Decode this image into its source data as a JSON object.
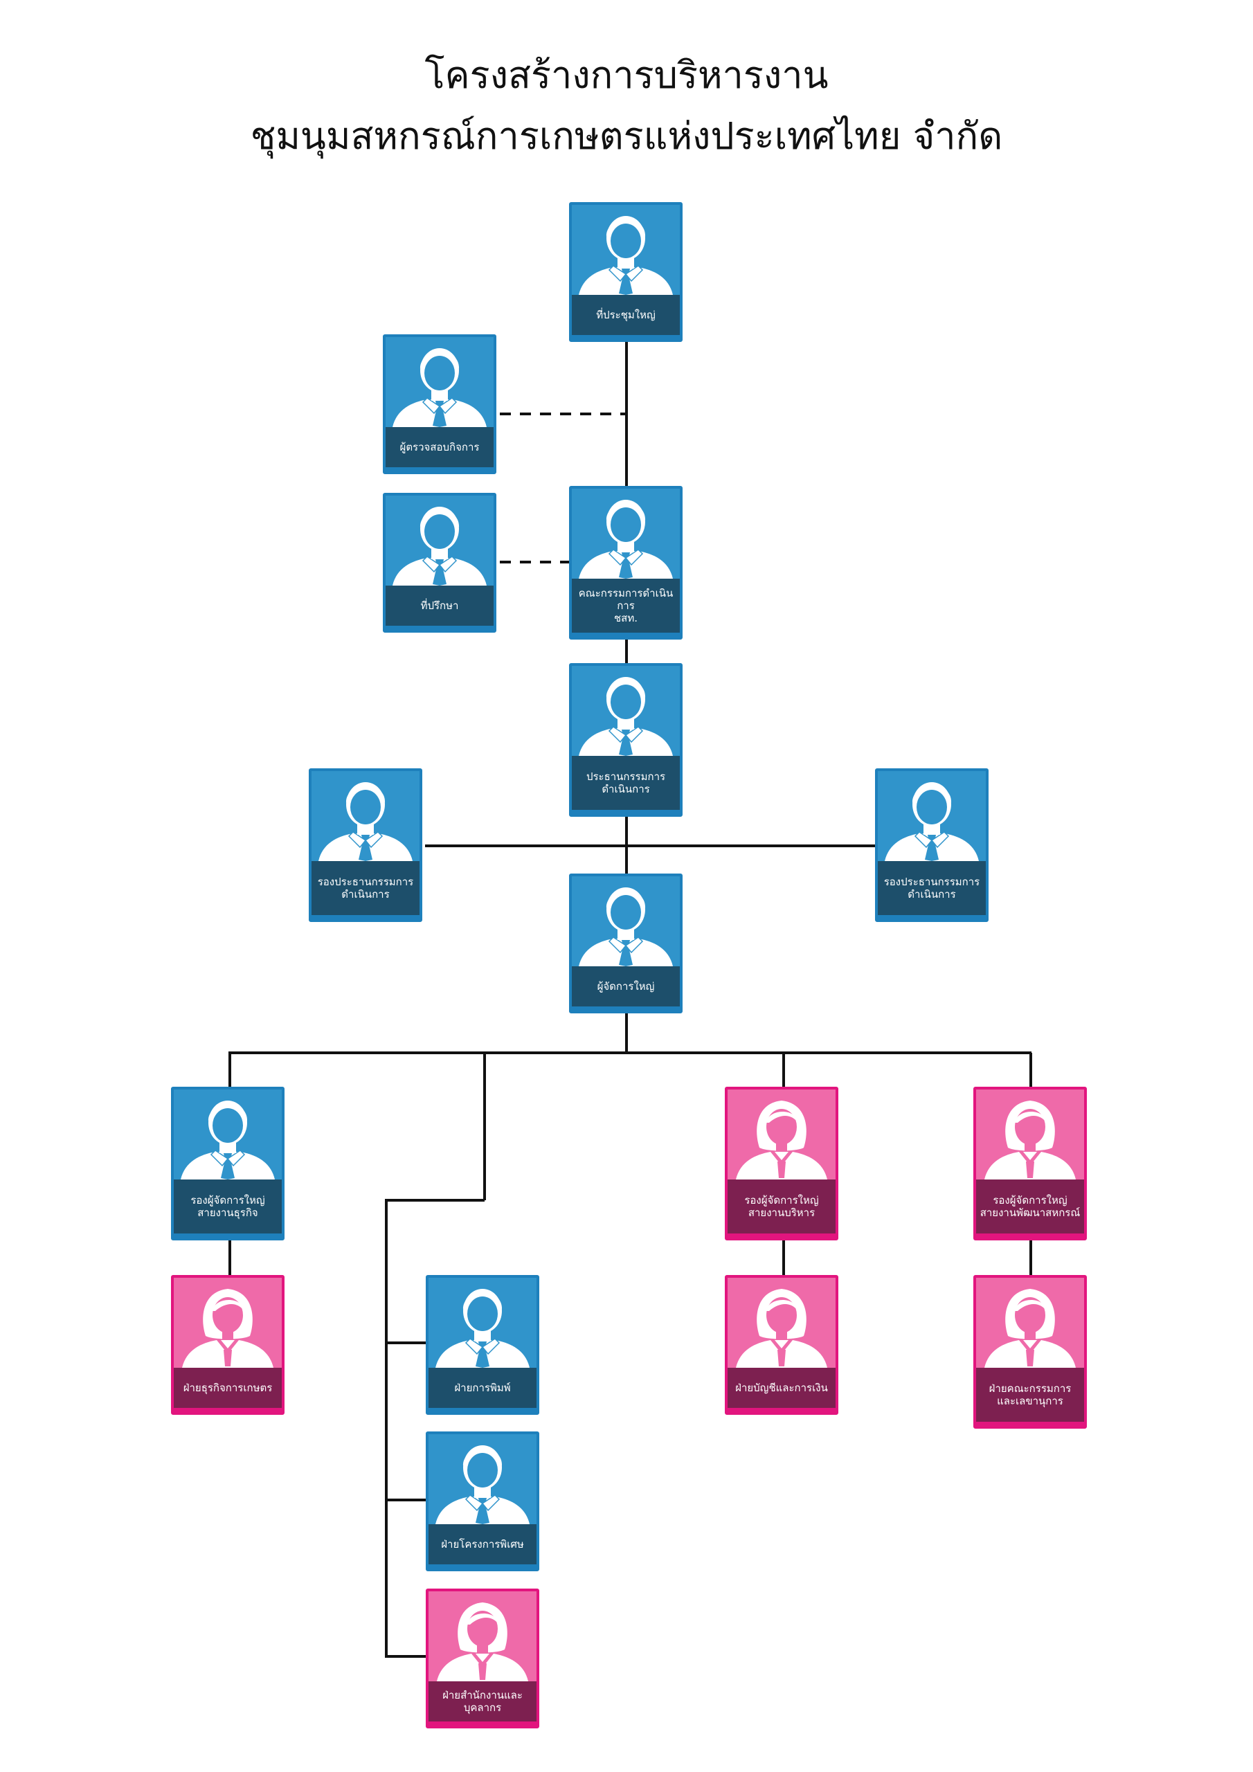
{
  "title": {
    "line1": "โครงสร้างการบริหารงาน",
    "line2": "ชุมนุมสหกรณ์การเกษตรแห่งประเทศไทย จำกัด"
  },
  "colors": {
    "male": "#3094cb",
    "female": "#ef6aa9",
    "male_label": "#1d4f6b",
    "female_label": "#7d2050",
    "connector": "#111111"
  },
  "nodes": {
    "general_meeting": {
      "label": "ที่ประชุมใหญ่",
      "icon": "male-person-icon"
    },
    "auditor": {
      "label": "ผู้ตรวจสอบกิจการ",
      "icon": "male-person-icon"
    },
    "advisor": {
      "label": "ที่ปรึกษา",
      "icon": "male-person-icon"
    },
    "board": {
      "label": "คณะกรรมการดำเนินการ\nชสท.",
      "icon": "male-person-icon"
    },
    "chairman": {
      "label": "ประธานกรรมการ\nดำเนินการ",
      "icon": "male-person-icon"
    },
    "vice_chair_left": {
      "label": "รองประธานกรรมการ\nดำเนินการ",
      "icon": "male-person-icon"
    },
    "vice_chair_right": {
      "label": "รองประธานกรรมการ\nดำเนินการ",
      "icon": "male-person-icon"
    },
    "general_manager": {
      "label": "ผู้จัดการใหญ่",
      "icon": "male-person-icon"
    },
    "dgm_business": {
      "label": "รองผู้จัดการใหญ่\nสายงานธุรกิจ",
      "icon": "male-person-icon"
    },
    "dgm_admin": {
      "label": "รองผู้จัดการใหญ่\nสายงานบริหาร",
      "icon": "female-person-icon"
    },
    "dgm_development": {
      "label": "รองผู้จัดการใหญ่\nสายงานพัฒนาสหกรณ์",
      "icon": "female-person-icon"
    },
    "dept_agri_business": {
      "label": "ฝ่ายธุรกิจการเกษตร",
      "icon": "female-person-icon"
    },
    "dept_printing": {
      "label": "ฝ่ายการพิมพ์",
      "icon": "male-person-icon"
    },
    "dept_special": {
      "label": "ฝ่ายโครงการพิเศษ",
      "icon": "male-person-icon"
    },
    "dept_office_hr": {
      "label": "ฝ่ายสำนักงานและบุคลากร",
      "icon": "female-person-icon"
    },
    "dept_accounting": {
      "label": "ฝ่ายบัญชีและการเงิน",
      "icon": "female-person-icon"
    },
    "dept_board_secretary": {
      "label": "ฝ่ายคณะกรรมการ\nและเลขานุการ",
      "icon": "female-person-icon"
    }
  }
}
